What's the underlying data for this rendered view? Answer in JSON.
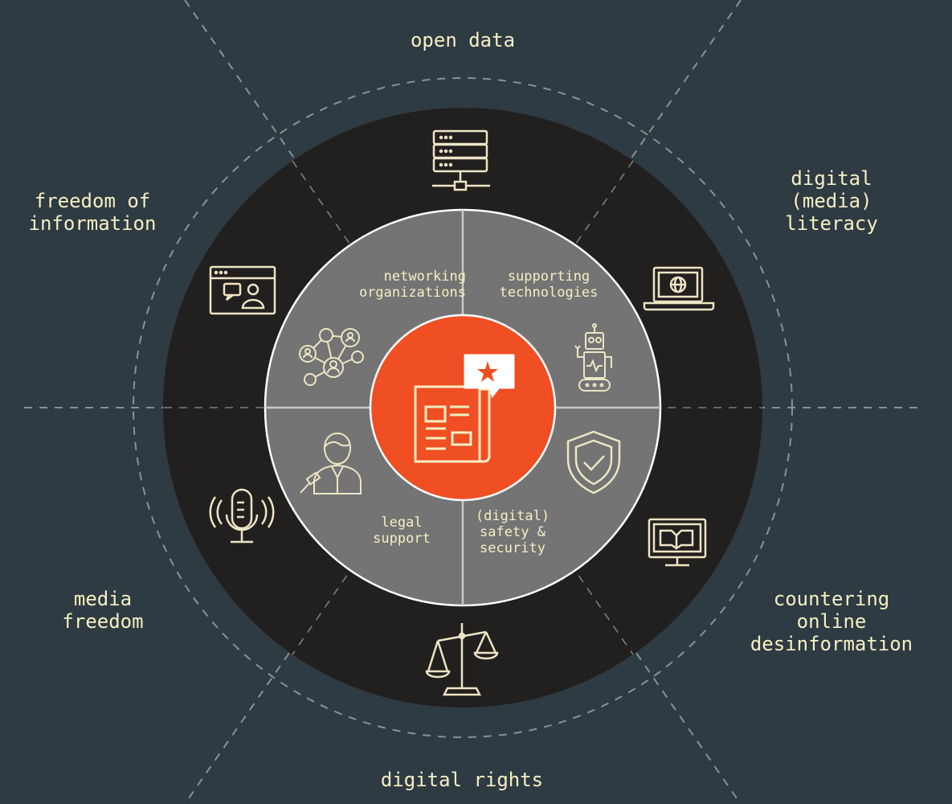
{
  "colors": {
    "background": "#2e3b43",
    "outer_ring": "#221f1f",
    "inner_disc": "#747474",
    "center": "#f04e23",
    "text": "#f6efc3",
    "icon_stroke": "#eee5c5",
    "dashed": "#8a9196"
  },
  "outer_labels": {
    "open_data": "open data",
    "digital_media_literacy": "digital\n(media)\nliteracy",
    "countering_online_desinformation": "countering\nonline\ndesinformation",
    "digital_rights": "digital rights",
    "media_freedom": "media\nfreedom",
    "freedom_of_information": "freedom of\ninformation"
  },
  "inner_labels": {
    "networking_organizations": "networking\norganizations",
    "supporting_technologies": "supporting\ntechnologies",
    "legal_support": "legal\nsupport",
    "digital_safety_security": "(digital)\nsafety &\nsecurity"
  },
  "icons": {
    "outer": [
      "server-icon",
      "laptop-globe-icon",
      "monitor-book-icon",
      "scales-icon",
      "microphone-icon",
      "browser-chat-icon"
    ],
    "inner": [
      "network-people-icon",
      "robot-icon",
      "shield-check-icon",
      "lawyer-icon"
    ],
    "center": "newspaper-star-icon"
  }
}
